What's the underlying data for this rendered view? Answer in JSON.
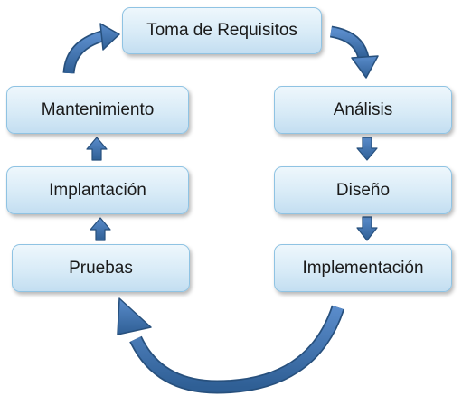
{
  "diagram": {
    "steps": {
      "toma_de_requisitos": "Toma de Requisitos",
      "analisis": "Análisis",
      "diseno": "Diseño",
      "implementacion": "Implementación",
      "pruebas": "Pruebas",
      "implantacion": "Implantación",
      "mantenimiento": "Mantenimiento"
    },
    "flow": [
      "Toma de Requisitos",
      "Análisis",
      "Diseño",
      "Implementación",
      "Pruebas",
      "Implantación",
      "Mantenimiento",
      "Toma de Requisitos"
    ],
    "colors": {
      "box_fill_top": "#eef7fc",
      "box_fill_bottom": "#c3def1",
      "box_border": "#8fc3e3",
      "arrow_fill": "#3d6fa6",
      "arrow_stroke": "#27507d"
    }
  }
}
